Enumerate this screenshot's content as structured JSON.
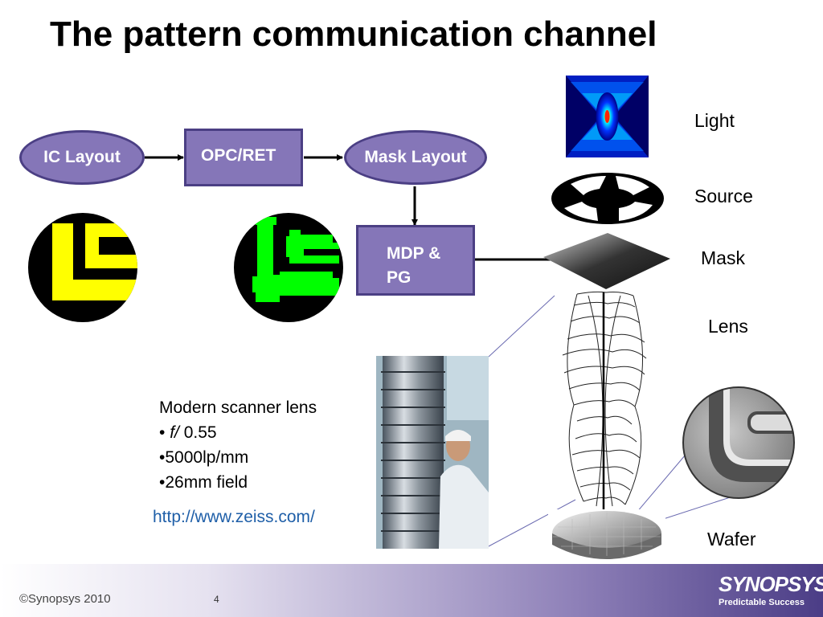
{
  "slide": {
    "title": "The pattern communication channel"
  },
  "flow": {
    "ic_layout": "IC Layout",
    "opc_ret": "OPC/RET",
    "mask_layout": "Mask Layout",
    "mdp_pg_line1": "MDP &",
    "mdp_pg_line2": "PG"
  },
  "optics": {
    "light": "Light",
    "source": "Source",
    "mask": "Mask",
    "lens": "Lens",
    "wafer": "Wafer"
  },
  "lens_notes": {
    "heading": "Modern scanner lens",
    "bullet_symbol": "•",
    "f_prefix": "f/",
    "f_value": " 0.55",
    "resolution": "5000lp/mm",
    "field": "26mm field"
  },
  "link": {
    "text": "http://www.zeiss.com/"
  },
  "footer": {
    "copyright": "©Synopsys 2010",
    "page_number": "4",
    "logo": "SYNOPSYS",
    "tagline": "Predictable Success"
  },
  "colors": {
    "node_fill": "#8576b8",
    "node_border": "#4b3f84",
    "pattern_yellow": "#ffff00",
    "pattern_green": "#00ff00",
    "link_blue": "#1f5fa8"
  },
  "icons": {
    "ic_pattern": "ic-layout-pattern-icon",
    "opc_pattern": "opc-pattern-icon",
    "light_field": "light-intensity-image",
    "source_shape": "source-aperture-icon",
    "mask_plate": "mask-plate-icon",
    "lens_stack": "lens-stack-diagram",
    "wafer": "wafer-icon",
    "scanner_photo": "scanner-lens-photo",
    "wafer_zoom": "wafer-feature-zoom"
  }
}
